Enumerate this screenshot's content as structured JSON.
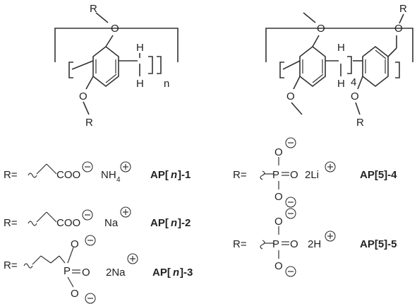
{
  "structures": {
    "left": {
      "R_top": "R",
      "O_top": "O",
      "H_top": "H",
      "H_bot": "H",
      "n": "n",
      "O_bot": "O",
      "R_bot": "R"
    },
    "right": {
      "O_top": "O",
      "R_top": "R",
      "O_top_right": "O",
      "H_top": "H",
      "H_bot": "H",
      "sub4": "4",
      "O_bot_left": "O",
      "O_bot": "O",
      "R_bot": "R"
    }
  },
  "rows": [
    {
      "prefix": "R=",
      "group": "COO",
      "counter": "NH",
      "counter_sub": "4",
      "name_a": "AP[",
      "name_n": "n",
      "name_b": "]-1"
    },
    {
      "prefix": "R=",
      "group": "COO",
      "counter": "Na",
      "name_a": "AP[",
      "name_n": "n",
      "name_b": "]-2"
    },
    {
      "prefix": "R=",
      "group_P": "P",
      "group_O": "O",
      "counter": "2Na",
      "name_a": "AP[",
      "name_n": "n",
      "name_b": "]-3"
    }
  ],
  "rows_right": [
    {
      "prefix": "R=",
      "group_P": "P",
      "group_O": "O",
      "counter": "2Li",
      "name": "AP[5]-4"
    },
    {
      "prefix": "R=",
      "group_P": "P",
      "group_O": "O",
      "counter": "2H",
      "name": "AP[5]-5"
    }
  ],
  "signs": {
    "minus": "−",
    "plus": "+"
  }
}
